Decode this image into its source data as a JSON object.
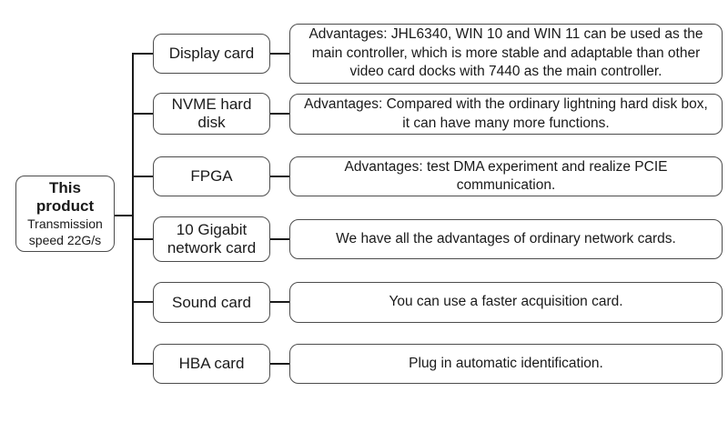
{
  "diagram": {
    "root": {
      "title": "This product",
      "subtitle": "Transmission speed 22G/s"
    },
    "branches": [
      {
        "label": "Display card",
        "description": "Advantages: JHL6340, WIN 10 and WIN 11 can be used as the main controller, which is more stable and adaptable than other video card docks with 7440 as the main controller."
      },
      {
        "label": "NVME hard disk",
        "description": "Advantages: Compared with the ordinary lightning hard disk box, it can have many more functions."
      },
      {
        "label": "FPGA",
        "description": "Advantages: test DMA experiment and realize PCIE communication."
      },
      {
        "label": "10 Gigabit network card",
        "description": "We have all the advantages of ordinary network cards."
      },
      {
        "label": "Sound card",
        "description": "You can use a faster acquisition card."
      },
      {
        "label": "HBA card",
        "description": "Plug in automatic identification."
      }
    ],
    "colors": {
      "background": "#ffffff",
      "border": "#4c4c4c",
      "line": "#1a1a1a",
      "text": "#1a1a1a"
    }
  }
}
